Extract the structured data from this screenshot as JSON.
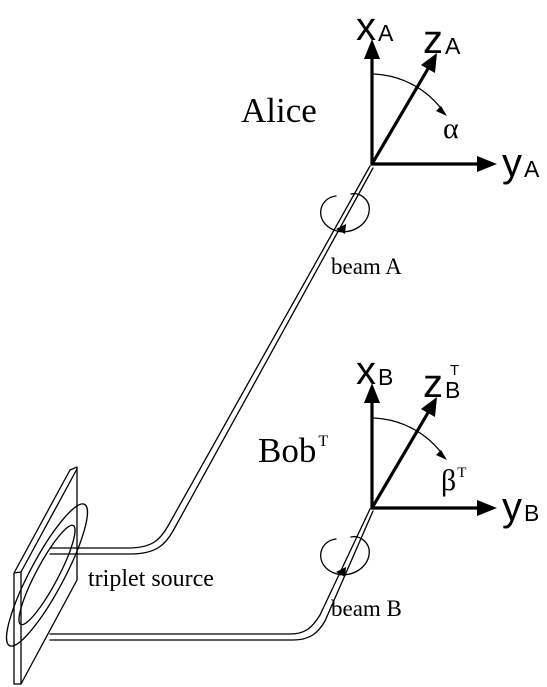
{
  "alice": {
    "name": "Alice",
    "axis_x": {
      "base": "x",
      "sub": "A"
    },
    "axis_y": {
      "base": "y",
      "sub": "A"
    },
    "axis_z": {
      "base": "z",
      "sub": "A"
    },
    "angle": "α"
  },
  "bob": {
    "name": "Bob",
    "name_sup": "T",
    "axis_x": {
      "base": "x",
      "sub": "B"
    },
    "axis_y": {
      "base": "y",
      "sub": "B"
    },
    "axis_z": {
      "base": "z",
      "sub": "B",
      "sup": "T"
    },
    "angle": "β",
    "angle_sup": "T"
  },
  "beams": {
    "a_label": "beam A",
    "b_label": "beam B"
  },
  "source": {
    "label": "triplet source"
  }
}
